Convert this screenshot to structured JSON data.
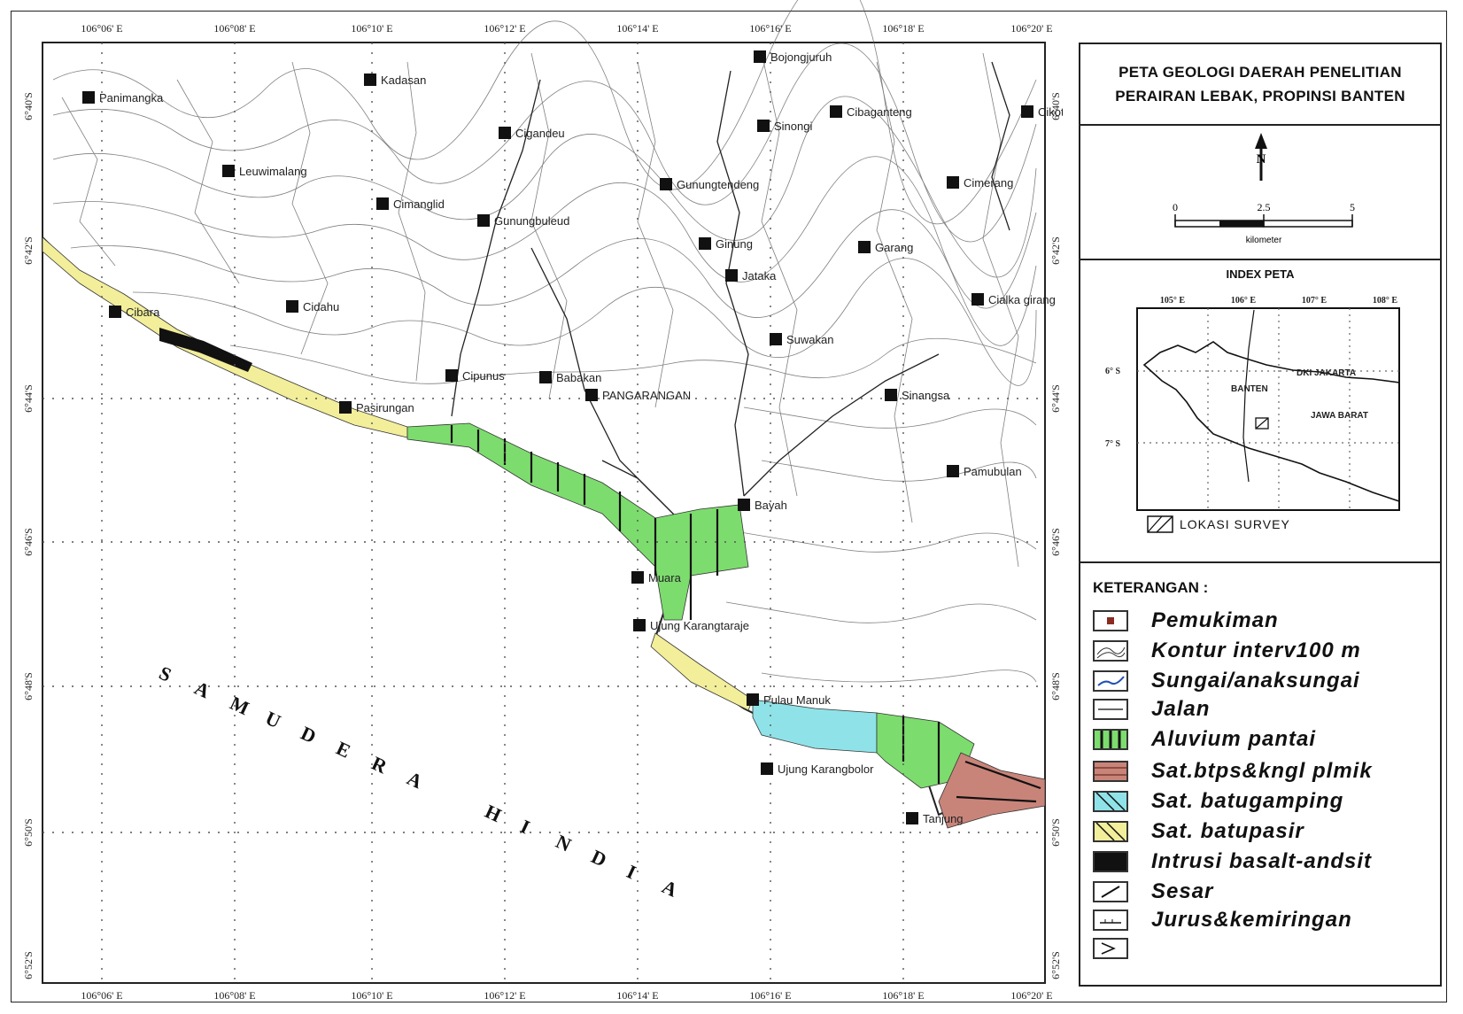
{
  "map": {
    "lon_ticks": [
      "106°06' E",
      "106°08' E",
      "106°10' E",
      "106°12' E",
      "106°14' E",
      "106°16' E",
      "106°18' E",
      "106°20' E"
    ],
    "lat_ticks": [
      "6°40'S",
      "6°42'S",
      "6°44'S",
      "6°46'S",
      "6°48'S",
      "6°50'S",
      "6°52'S"
    ],
    "ocean_label": "SAMUDERA HINDIA",
    "places": [
      {
        "name": "Panimangka"
      },
      {
        "name": "Kadasan"
      },
      {
        "name": "Bojongjuruh"
      },
      {
        "name": "Cibaganteng"
      },
      {
        "name": "Sinongi"
      },
      {
        "name": "Cikotok"
      },
      {
        "name": "Cigandeu"
      },
      {
        "name": "Leuwimalang"
      },
      {
        "name": "Gunungtendeng"
      },
      {
        "name": "Cimerang"
      },
      {
        "name": "Cimanglid"
      },
      {
        "name": "Gunungbuleud"
      },
      {
        "name": "Ginung"
      },
      {
        "name": "Garang"
      },
      {
        "name": "Jataka"
      },
      {
        "name": "Cibara"
      },
      {
        "name": "Cidahu"
      },
      {
        "name": "Cialka girang"
      },
      {
        "name": "Suwakan"
      },
      {
        "name": "Cipunus"
      },
      {
        "name": "Babakan"
      },
      {
        "name": "PANGARANGAN"
      },
      {
        "name": "Sinangsa"
      },
      {
        "name": "Pasirungan"
      },
      {
        "name": "Pamubulan"
      },
      {
        "name": "Bayah"
      },
      {
        "name": "Muara"
      },
      {
        "name": "Ujung Karangtaraje"
      },
      {
        "name": "Pulau Manuk"
      },
      {
        "name": "Ujung Karangbolor"
      },
      {
        "name": "Tanjung"
      }
    ]
  },
  "title_panel": {
    "line1": "PETA GEOLOGI DAERAH PENELITIAN",
    "line2": "PERAIRAN LEBAK, PROPINSI BANTEN"
  },
  "scale_panel": {
    "north_symbol": "N",
    "scale_ticks": [
      "0",
      "2.5",
      "5"
    ],
    "scale_unit": "kilometer"
  },
  "index_panel": {
    "title": "INDEX PETA",
    "lon_ticks": [
      "105° E",
      "106° E",
      "107° E",
      "108° E"
    ],
    "lat_ticks": [
      "6° S",
      "7° S"
    ],
    "labels": {
      "banten": "BANTEN",
      "jakarta": "DKI JAKARTA",
      "jabar": "JAWA BARAT"
    },
    "lokasi": "LOKASI SURVEY"
  },
  "legend": {
    "heading": "KETERANGAN :",
    "items": [
      {
        "label": "Pemukiman",
        "fill": "#ffffff",
        "mark": "dot"
      },
      {
        "label": "Kontur interv100 m",
        "fill": "#ffffff",
        "mark": "contour"
      },
      {
        "label": "Sungai/anaksungai",
        "fill": "#ffffff",
        "mark": "river"
      },
      {
        "label": "Jalan",
        "fill": "#ffffff",
        "mark": "road"
      },
      {
        "label": "Aluvium pantai",
        "fill": "#7ddc6e",
        "mark": "vbars"
      },
      {
        "label": "Sat.btps&kngl plmik",
        "fill": "#c9847a",
        "mark": "hbars"
      },
      {
        "label": "Sat. batugamping",
        "fill": "#8fe3e8",
        "mark": "diag"
      },
      {
        "label": "Sat. batupasir",
        "fill": "#f2ee9a",
        "mark": "diag"
      },
      {
        "label": "Intrusi basalt-andsit",
        "fill": "#111111",
        "mark": "solid"
      },
      {
        "label": "Sesar",
        "fill": "#ffffff",
        "mark": "fault"
      },
      {
        "label": "Jurus&kemiringan",
        "fill": "#ffffff",
        "mark": "strike"
      },
      {
        "label": "",
        "fill": "#ffffff",
        "mark": "angle"
      }
    ]
  },
  "colors": {
    "aluvium": "#7ddc6e",
    "batupasir": "#f2ee9a",
    "batugamping": "#8fe3e8",
    "konglomerat": "#c9847a",
    "intrusi": "#111111"
  }
}
